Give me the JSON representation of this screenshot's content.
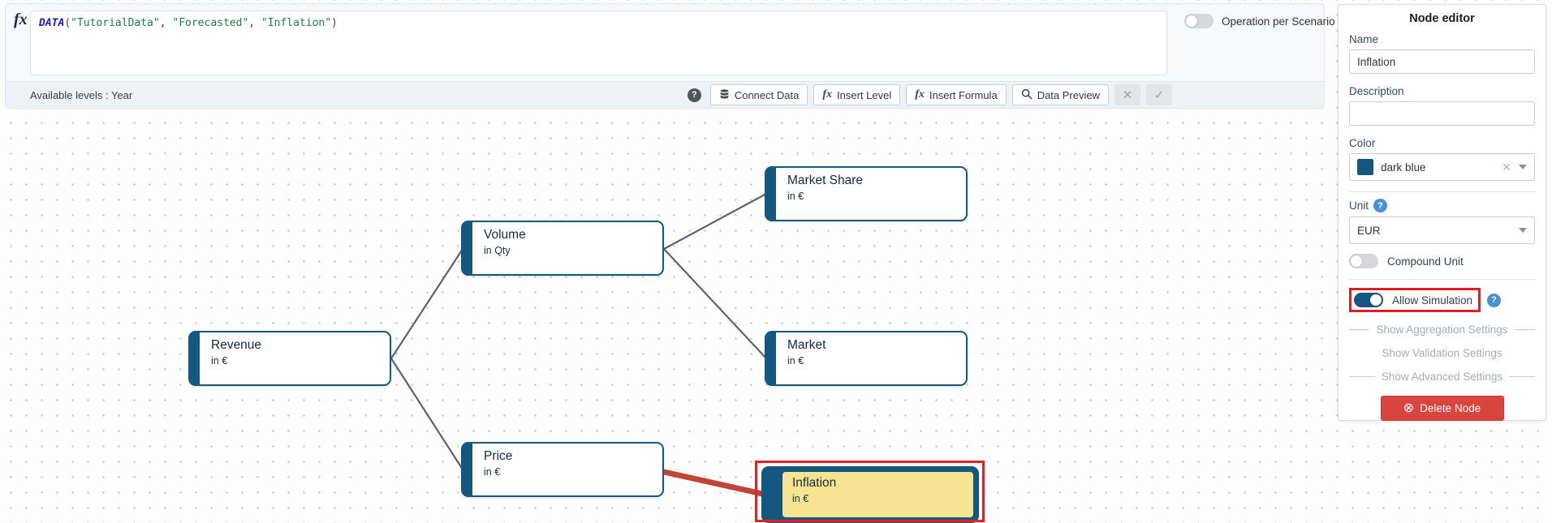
{
  "formula_bar": {
    "fx_mark": "fx",
    "formula": {
      "fn": "DATA",
      "open": "(",
      "arg1": "\"TutorialData\"",
      "sep1": ", ",
      "arg2": "\"Forecasted\"",
      "sep2": ", ",
      "arg3": "\"Inflation\"",
      "close": ")"
    },
    "operation_toggle_label": "Operation per Scenario"
  },
  "toolbar": {
    "available_levels": "Available levels : Year",
    "help": "?",
    "connect_data": "Connect Data",
    "insert_level": "Insert Level",
    "insert_formula": "Insert Formula",
    "data_preview": "Data Preview",
    "fx_icon_text": "fx",
    "cancel_glyph": "✕",
    "confirm_glyph": "✓"
  },
  "canvas": {
    "nodes": {
      "market_share": {
        "title": "Market Share",
        "unit": "in €"
      },
      "volume": {
        "title": "Volume",
        "unit": "in Qty"
      },
      "revenue": {
        "title": "Revenue",
        "unit": "in €"
      },
      "market": {
        "title": "Market",
        "unit": "in €"
      },
      "price": {
        "title": "Price",
        "unit": "in €"
      },
      "inflation": {
        "title": "Inflation",
        "unit": "in €"
      }
    },
    "colors": {
      "node_accent": "#14587f",
      "selected_fill": "#f6e493",
      "edge_gray": "#5f6368",
      "edge_red": "#bf4538",
      "annotation_red": "#e02222"
    }
  },
  "node_editor": {
    "title": "Node editor",
    "name_label": "Name",
    "name_value": "Inflation",
    "description_label": "Description",
    "description_value": "",
    "color_label": "Color",
    "color_value": "dark blue",
    "color_hex": "#14587f",
    "unit_label": "Unit",
    "unit_help": "?",
    "unit_value": "EUR",
    "compound_unit_label": "Compound Unit",
    "allow_simulation_label": "Allow Simulation",
    "allow_simulation_help": "?",
    "aggregation_link": "Show Aggregation Settings",
    "validation_link": "Show Validation Settings",
    "advanced_link": "Show Advanced Settings",
    "delete_button": "Delete Node",
    "delete_icon": "⊗"
  }
}
